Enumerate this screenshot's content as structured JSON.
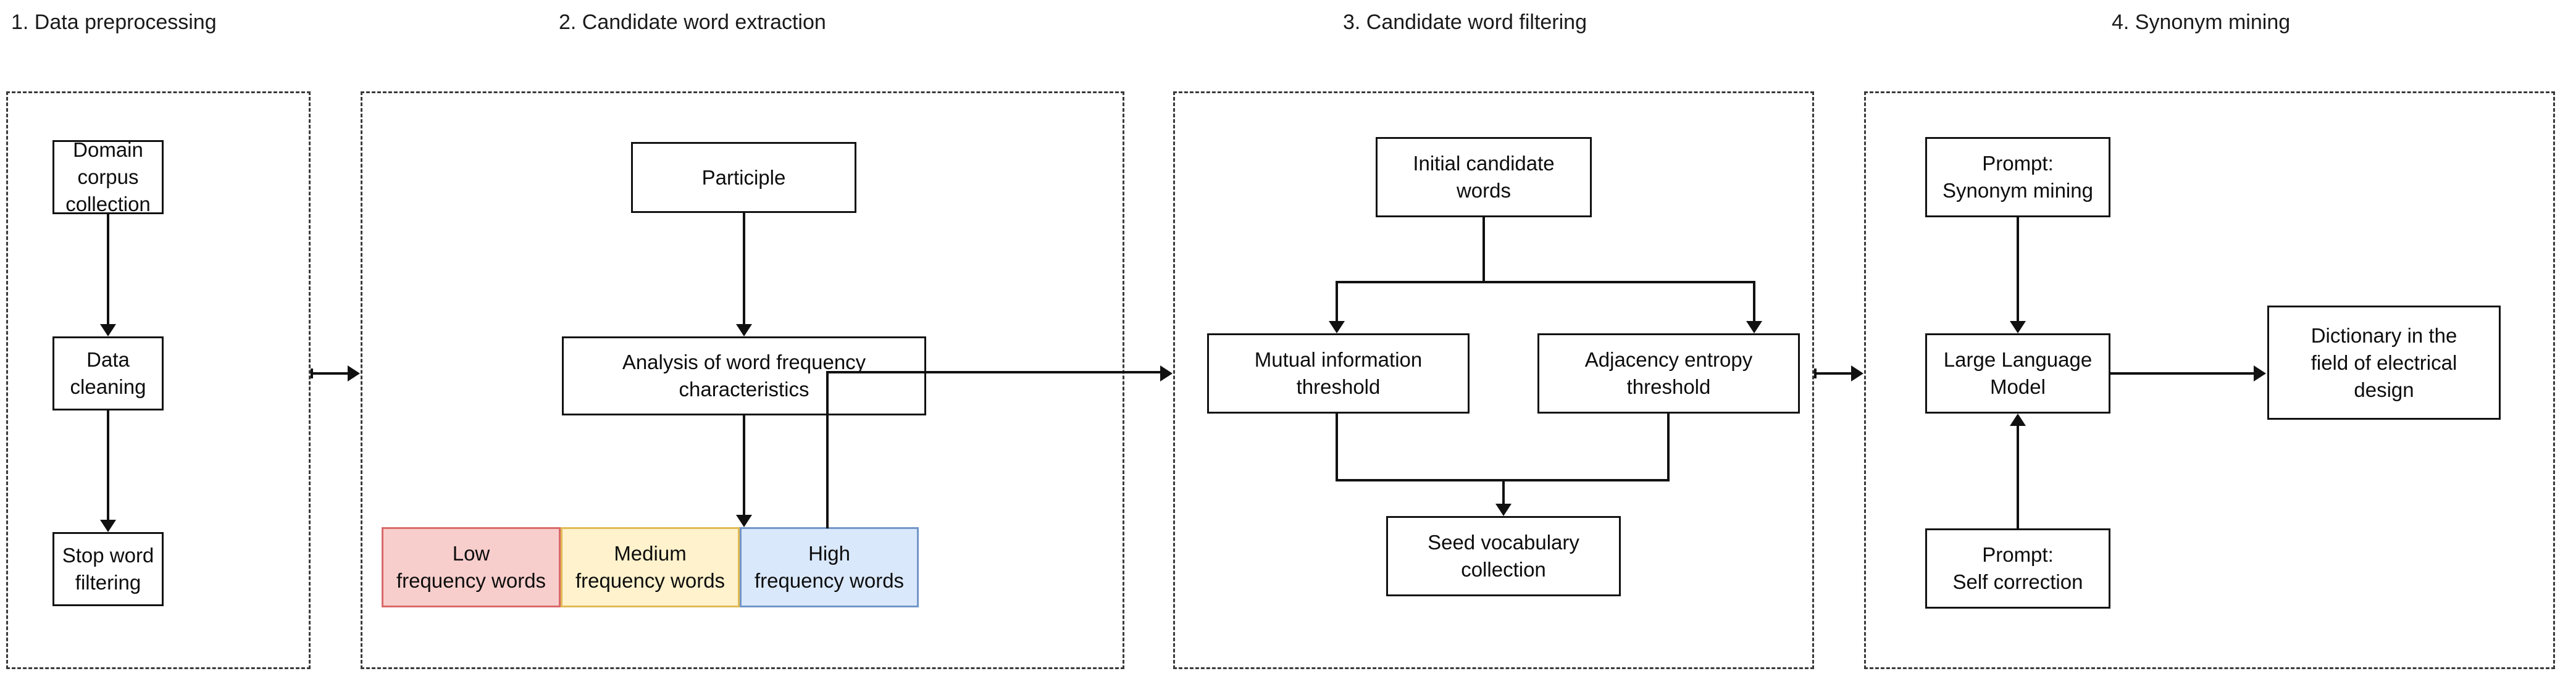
{
  "diagram": {
    "title": "Domain term extraction and synonym mining pipeline",
    "stages": [
      {
        "id": "stage-1",
        "title": "1. Data preprocessing",
        "nodes": [
          {
            "id": "domain-corpus-collection",
            "label": "Domain corpus\ncollection"
          },
          {
            "id": "data-cleaning",
            "label": "Data cleaning"
          },
          {
            "id": "stop-word-filtering",
            "label": "Stop word\nfiltering"
          }
        ]
      },
      {
        "id": "stage-2",
        "title": "2. Candidate word extraction",
        "nodes": [
          {
            "id": "participle",
            "label": "Participle"
          },
          {
            "id": "word-frequency-analysis",
            "label": "Analysis of word frequency\ncharacteristics"
          },
          {
            "id": "low-frequency-words",
            "label": "Low\nfrequency words"
          },
          {
            "id": "medium-frequency-words",
            "label": "Medium\nfrequency words"
          },
          {
            "id": "high-frequency-words",
            "label": "High\nfrequency words"
          }
        ]
      },
      {
        "id": "stage-3",
        "title": "3. Candidate word filtering",
        "nodes": [
          {
            "id": "initial-candidate-words",
            "label": "Initial candidate\nwords"
          },
          {
            "id": "mutual-information-threshold",
            "label": "Mutual information\nthreshold"
          },
          {
            "id": "adjacency-entropy-threshold",
            "label": "Adjacency entropy\nthreshold"
          },
          {
            "id": "seed-vocabulary-collection",
            "label": "Seed vocabulary\ncollection"
          }
        ]
      },
      {
        "id": "stage-4",
        "title": "4. Synonym mining",
        "nodes": [
          {
            "id": "prompt-synonym-mining",
            "label": "Prompt:\nSynonym mining"
          },
          {
            "id": "large-language-model",
            "label": "Large Language\nModel"
          },
          {
            "id": "prompt-self-correction",
            "label": "Prompt:\nSelf correction"
          },
          {
            "id": "electrical-design-dictionary",
            "label": "Dictionary in the\nfield of electrical\ndesign"
          }
        ]
      }
    ],
    "colors": {
      "low_frequency_fill": "#F8CECC",
      "low_frequency_stroke": "#D96A6A",
      "medium_frequency_fill": "#FFF2CC",
      "medium_frequency_stroke": "#E0BA55",
      "high_frequency_fill": "#DAE8FC",
      "high_frequency_stroke": "#7296C8",
      "node_stroke": "#111111",
      "stage_border": "#3A3A3A",
      "text": "#0D0D0D"
    }
  }
}
